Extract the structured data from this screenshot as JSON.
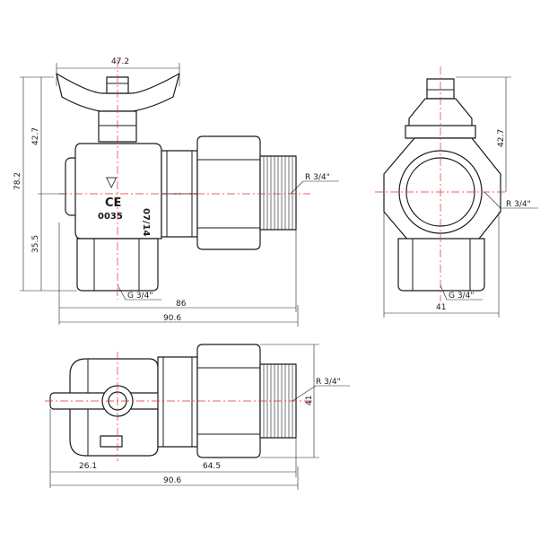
{
  "dimensions": {
    "front_width_top": "47.2",
    "front_height_upper": "42.7",
    "front_height_total": "78.2",
    "front_height_lower": "35.5",
    "front_thread_outlet": "R 3/4\"",
    "front_thread_inlet": "G 3/4\"",
    "front_length_86": "86",
    "front_length_total": "90.6",
    "side_height_upper": "42.7",
    "side_thread_outlet": "R 3/4\"",
    "side_thread_inlet": "G 3/4\"",
    "side_width": "41",
    "top_thread_outlet": "R 3/4\"",
    "top_height": "41",
    "top_length_left": "26.1",
    "top_length_right": "64.5",
    "top_length_total": "90.6"
  },
  "body_markings": {
    "date_code": "07/14",
    "certification": "CE",
    "notified_body": "0035"
  }
}
